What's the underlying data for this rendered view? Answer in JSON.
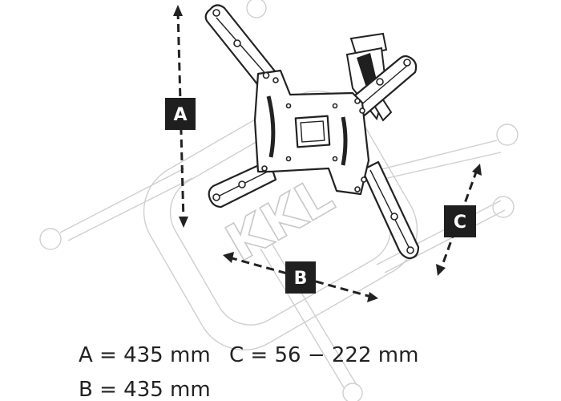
{
  "diagram": {
    "markers": {
      "a": "A",
      "b": "B",
      "c": "C"
    },
    "specs": {
      "a_line": "A = 435 mm",
      "b_line": "B = 435 mm",
      "c_line": "C = 56 − 222 mm"
    },
    "watermark": {
      "text": "KKL"
    },
    "colors": {
      "marker_fill": "#1f1f1f",
      "marker_text": "#ffffff",
      "line": "#222222",
      "watermark": "#c8c8c8",
      "mount_fill": "#ffffff"
    }
  }
}
